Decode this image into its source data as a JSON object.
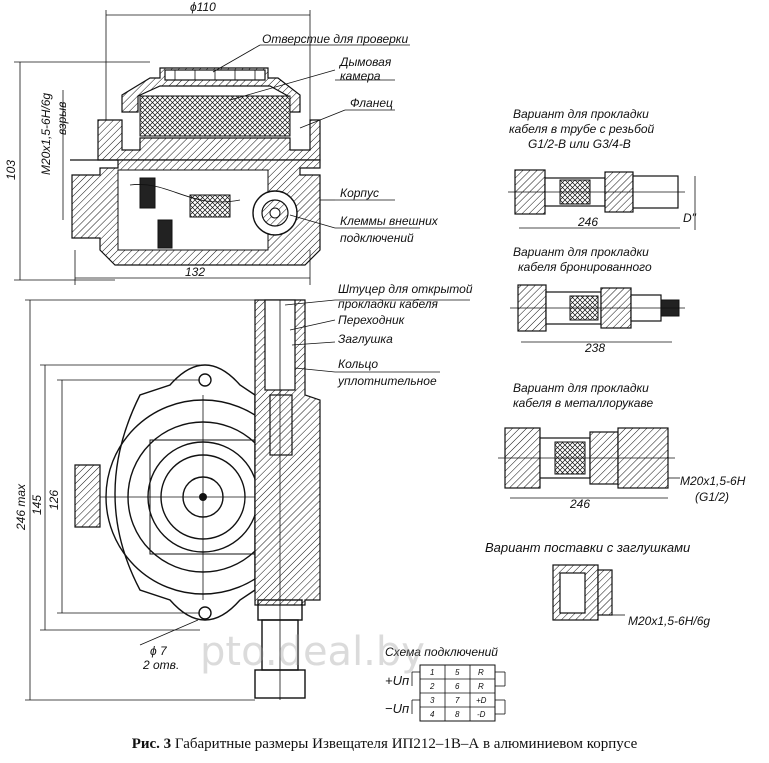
{
  "caption": {
    "fig_label": "Рис. 3",
    "text": "Габаритные размеры Извещателя ИП212–1В–А в алюминиевом корпусе"
  },
  "callouts": {
    "check_hole": "Отверстие для проверки",
    "smoke_chamber_1": "Дымовая",
    "smoke_chamber_2": "камера",
    "flange": "Фланец",
    "body": "Корпус",
    "terminals_1": "Клеммы внешних",
    "terminals_2": "подключений",
    "fitting_1": "Штуцер для открытой",
    "fitting_2": "прокладки кабеля",
    "adapter": "Переходник",
    "plug": "Заглушка",
    "ring_1": "Кольцо",
    "ring_2": "уплотнительное"
  },
  "dimensions": {
    "d110": "ϕ110",
    "thread_side": "M20x1,5-6H/6g",
    "explosion": "взрыв",
    "h103": "103",
    "w132": "132",
    "h246": "246 max",
    "h145": "145",
    "h126": "126",
    "hole": "ϕ 7",
    "holes_count": "2 отв."
  },
  "variants": {
    "v1_line1": "Вариант для прокладки",
    "v1_line2": "кабеля в трубе с резьбой",
    "v1_line3": "G1/2-B или G3/4-B",
    "v1_dim": "246",
    "v1_d": "D\"",
    "v2_line1": "Вариант для прокладки",
    "v2_line2": "кабеля бронированного",
    "v2_dim": "238",
    "v3_line1": "Вариант для прокладки",
    "v3_line2": "кабеля в металлорукаве",
    "v3_thread": "M20x1,5-6H",
    "v3_g": "(G1/2)",
    "v3_dim": "246",
    "v4_title": "Вариант поставки с заглушками",
    "v4_thread": "M20x1,5-6H/6g"
  },
  "scheme": {
    "title": "Схема подключений",
    "plus_label": "+Uп",
    "minus_label": "−Uп",
    "rows": [
      [
        "1",
        "5",
        "R"
      ],
      [
        "2",
        "6",
        "R"
      ],
      [
        "3",
        "7",
        "+D"
      ],
      [
        "4",
        "8",
        "-D"
      ]
    ]
  },
  "watermark": "pto.deal.by"
}
